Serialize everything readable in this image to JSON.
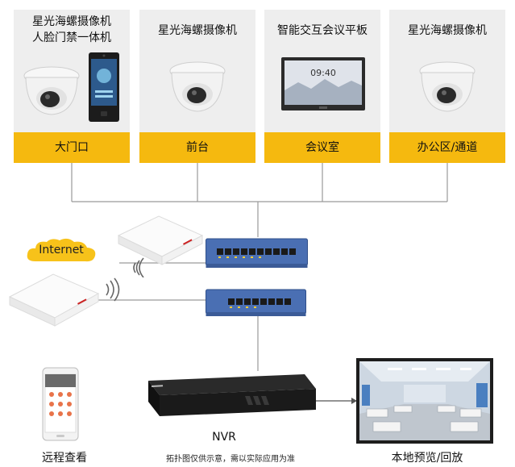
{
  "cards": [
    {
      "title_lines": [
        "星光海螺摄像机",
        "人脸门禁一体机"
      ],
      "label": "大门口",
      "icons": [
        "dome-camera-icon",
        "face-access-terminal-icon"
      ]
    },
    {
      "title_lines": [
        "星光海螺摄像机"
      ],
      "label": "前台",
      "icons": [
        "dome-camera-icon"
      ]
    },
    {
      "title_lines": [
        "智能交互会议平板"
      ],
      "label": "会议室",
      "icons": [
        "interactive-panel-icon"
      ],
      "screen_time": "09:40"
    },
    {
      "title_lines": [
        "星光海螺摄像机"
      ],
      "label": "办公区/通道",
      "icons": [
        "dome-camera-icon"
      ]
    }
  ],
  "internet_label": "Internet",
  "nvr_label": "NVR",
  "note": "拓扑图仅供示意，需以实际应用为准",
  "mobile_caption": "远程查看",
  "monitor_caption": "本地预览/回放",
  "colors": {
    "accent": "#f5b90f",
    "card_bg": "#eeeeee",
    "switch_blue": "#4a6fb3",
    "line": "#9a9a9a",
    "cloud": "#f7c21a"
  }
}
